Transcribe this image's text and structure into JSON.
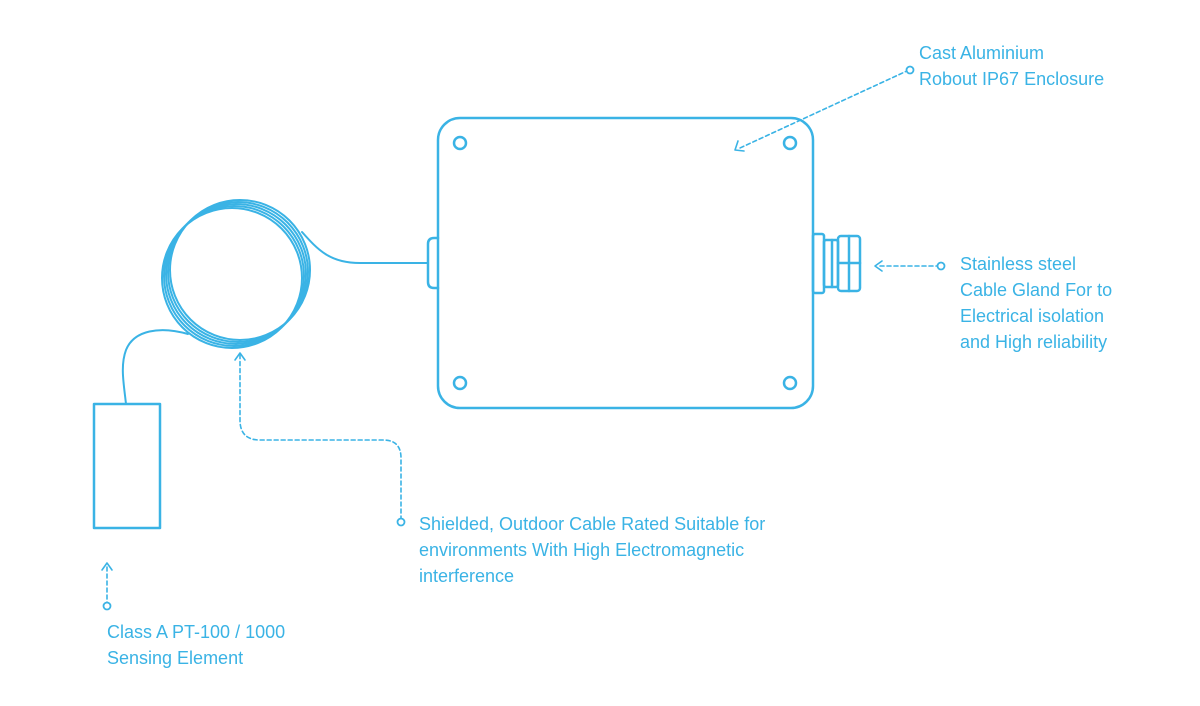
{
  "colors": {
    "stroke": "#3ab3e5",
    "background": "#ffffff"
  },
  "labels": {
    "enclosure": {
      "line1": "Cast Aluminium",
      "line2": "Robout IP67 Enclosure"
    },
    "gland": {
      "line1": "Stainless steel",
      "line2": "Cable Gland For to",
      "line3": "Electrical isolation",
      "line4": "and High reliability"
    },
    "cable": {
      "line1": "Shielded, Outdoor Cable Rated Suitable for",
      "line2": "environments With High Electromagnetic",
      "line3": "interference"
    },
    "sensor": {
      "line1": "Class A PT-100 / 1000",
      "line2": "Sensing Element"
    }
  }
}
